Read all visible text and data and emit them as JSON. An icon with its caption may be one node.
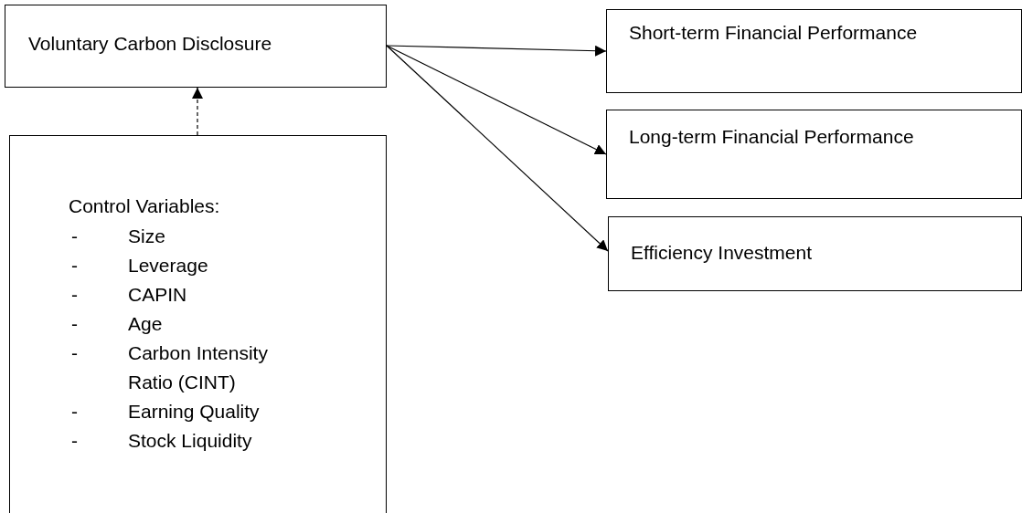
{
  "diagram": {
    "nodes": [
      {
        "text": [
          "Voluntary Carbon Disclosure"
        ]
      },
      {
        "text": [
          "Control Variables:",
          "- Size",
          "- Leverage",
          "- CAPIN",
          "- Age",
          "- Carbon Intensity Ratio (CINT)",
          "- Earning Quality",
          "- Stock Liquidity"
        ]
      },
      {
        "text": [
          "Short-term Financial Performance"
        ]
      },
      {
        "text": [
          "Long-term Financial Performance"
        ]
      },
      {
        "text": [
          "Efficiency Investment"
        ]
      }
    ],
    "edges": [
      {
        "from": 1,
        "to": 0,
        "arrow": "to",
        "style": "dashed"
      },
      {
        "from": 0,
        "to": 2,
        "arrow": "to"
      },
      {
        "from": 0,
        "to": 3,
        "arrow": "to"
      },
      {
        "from": 0,
        "to": 4,
        "arrow": "to"
      }
    ]
  }
}
